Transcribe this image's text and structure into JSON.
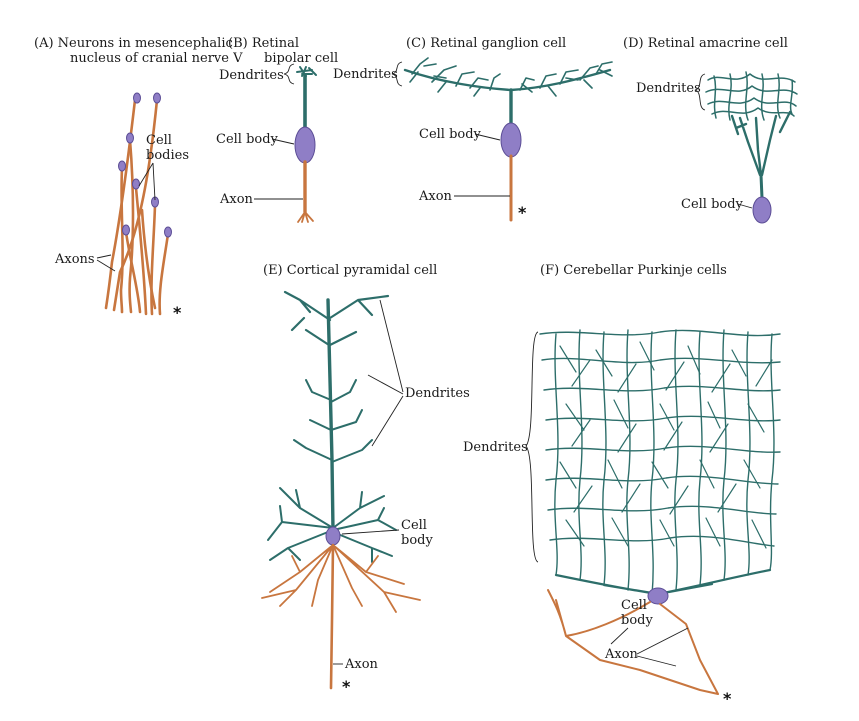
{
  "panels": {
    "a": {
      "title_1": "(A)  Neurons in mesencephalic",
      "title_2": "nucleus of cranial nerve V",
      "label_cell_1": "Cell",
      "label_cell_2": "bodies",
      "label_axons": "Axons",
      "marker": "*"
    },
    "b": {
      "title_1": "(B)  Retinal",
      "title_2": "bipolar cell",
      "label_dendrites": "Dendrites",
      "label_cell_body": "Cell body",
      "label_axon": "Axon"
    },
    "c": {
      "title": "(C)  Retinal ganglion cell",
      "label_dendrites": "Dendrites",
      "label_cell_body": "Cell body",
      "label_axon": "Axon",
      "marker": "*"
    },
    "d": {
      "title": "(D)  Retinal amacrine cell",
      "label_dendrites": "Dendrites",
      "label_cell_body": "Cell body"
    },
    "e": {
      "title": "(E)  Cortical pyramidal cell",
      "label_dendrites": "Dendrites",
      "label_cell": "Cell",
      "label_body": "body",
      "label_axon": "Axon",
      "marker": "*"
    },
    "f": {
      "title": "(F)  Cerebellar Purkinje cells",
      "label_dendrites": "Dendrites",
      "label_cell": "Cell",
      "label_body": "body",
      "label_axon": "Axon",
      "marker": "*"
    }
  },
  "colors": {
    "dendrite": "#2d6e6a",
    "axon": "#c8763f",
    "soma": "#8f7ec6"
  }
}
